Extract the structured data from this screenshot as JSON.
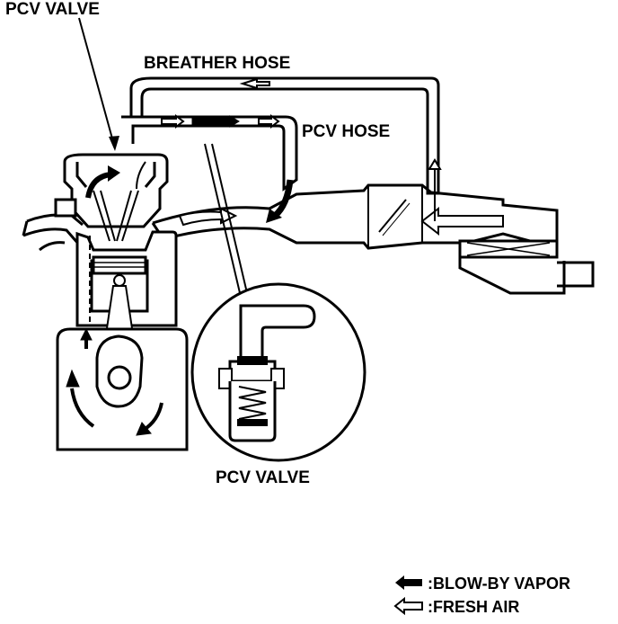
{
  "labels": {
    "pcv_valve_top": "PCV VALVE",
    "breather_hose": "BREATHER HOSE",
    "pcv_hose": "PCV HOSE",
    "pcv_valve_detail": "PCV VALVE"
  },
  "legend": {
    "blow_by": ":BLOW-BY VAPOR",
    "fresh_air": ":FRESH AIR"
  },
  "colors": {
    "ink": "#000000",
    "paper": "#ffffff"
  }
}
